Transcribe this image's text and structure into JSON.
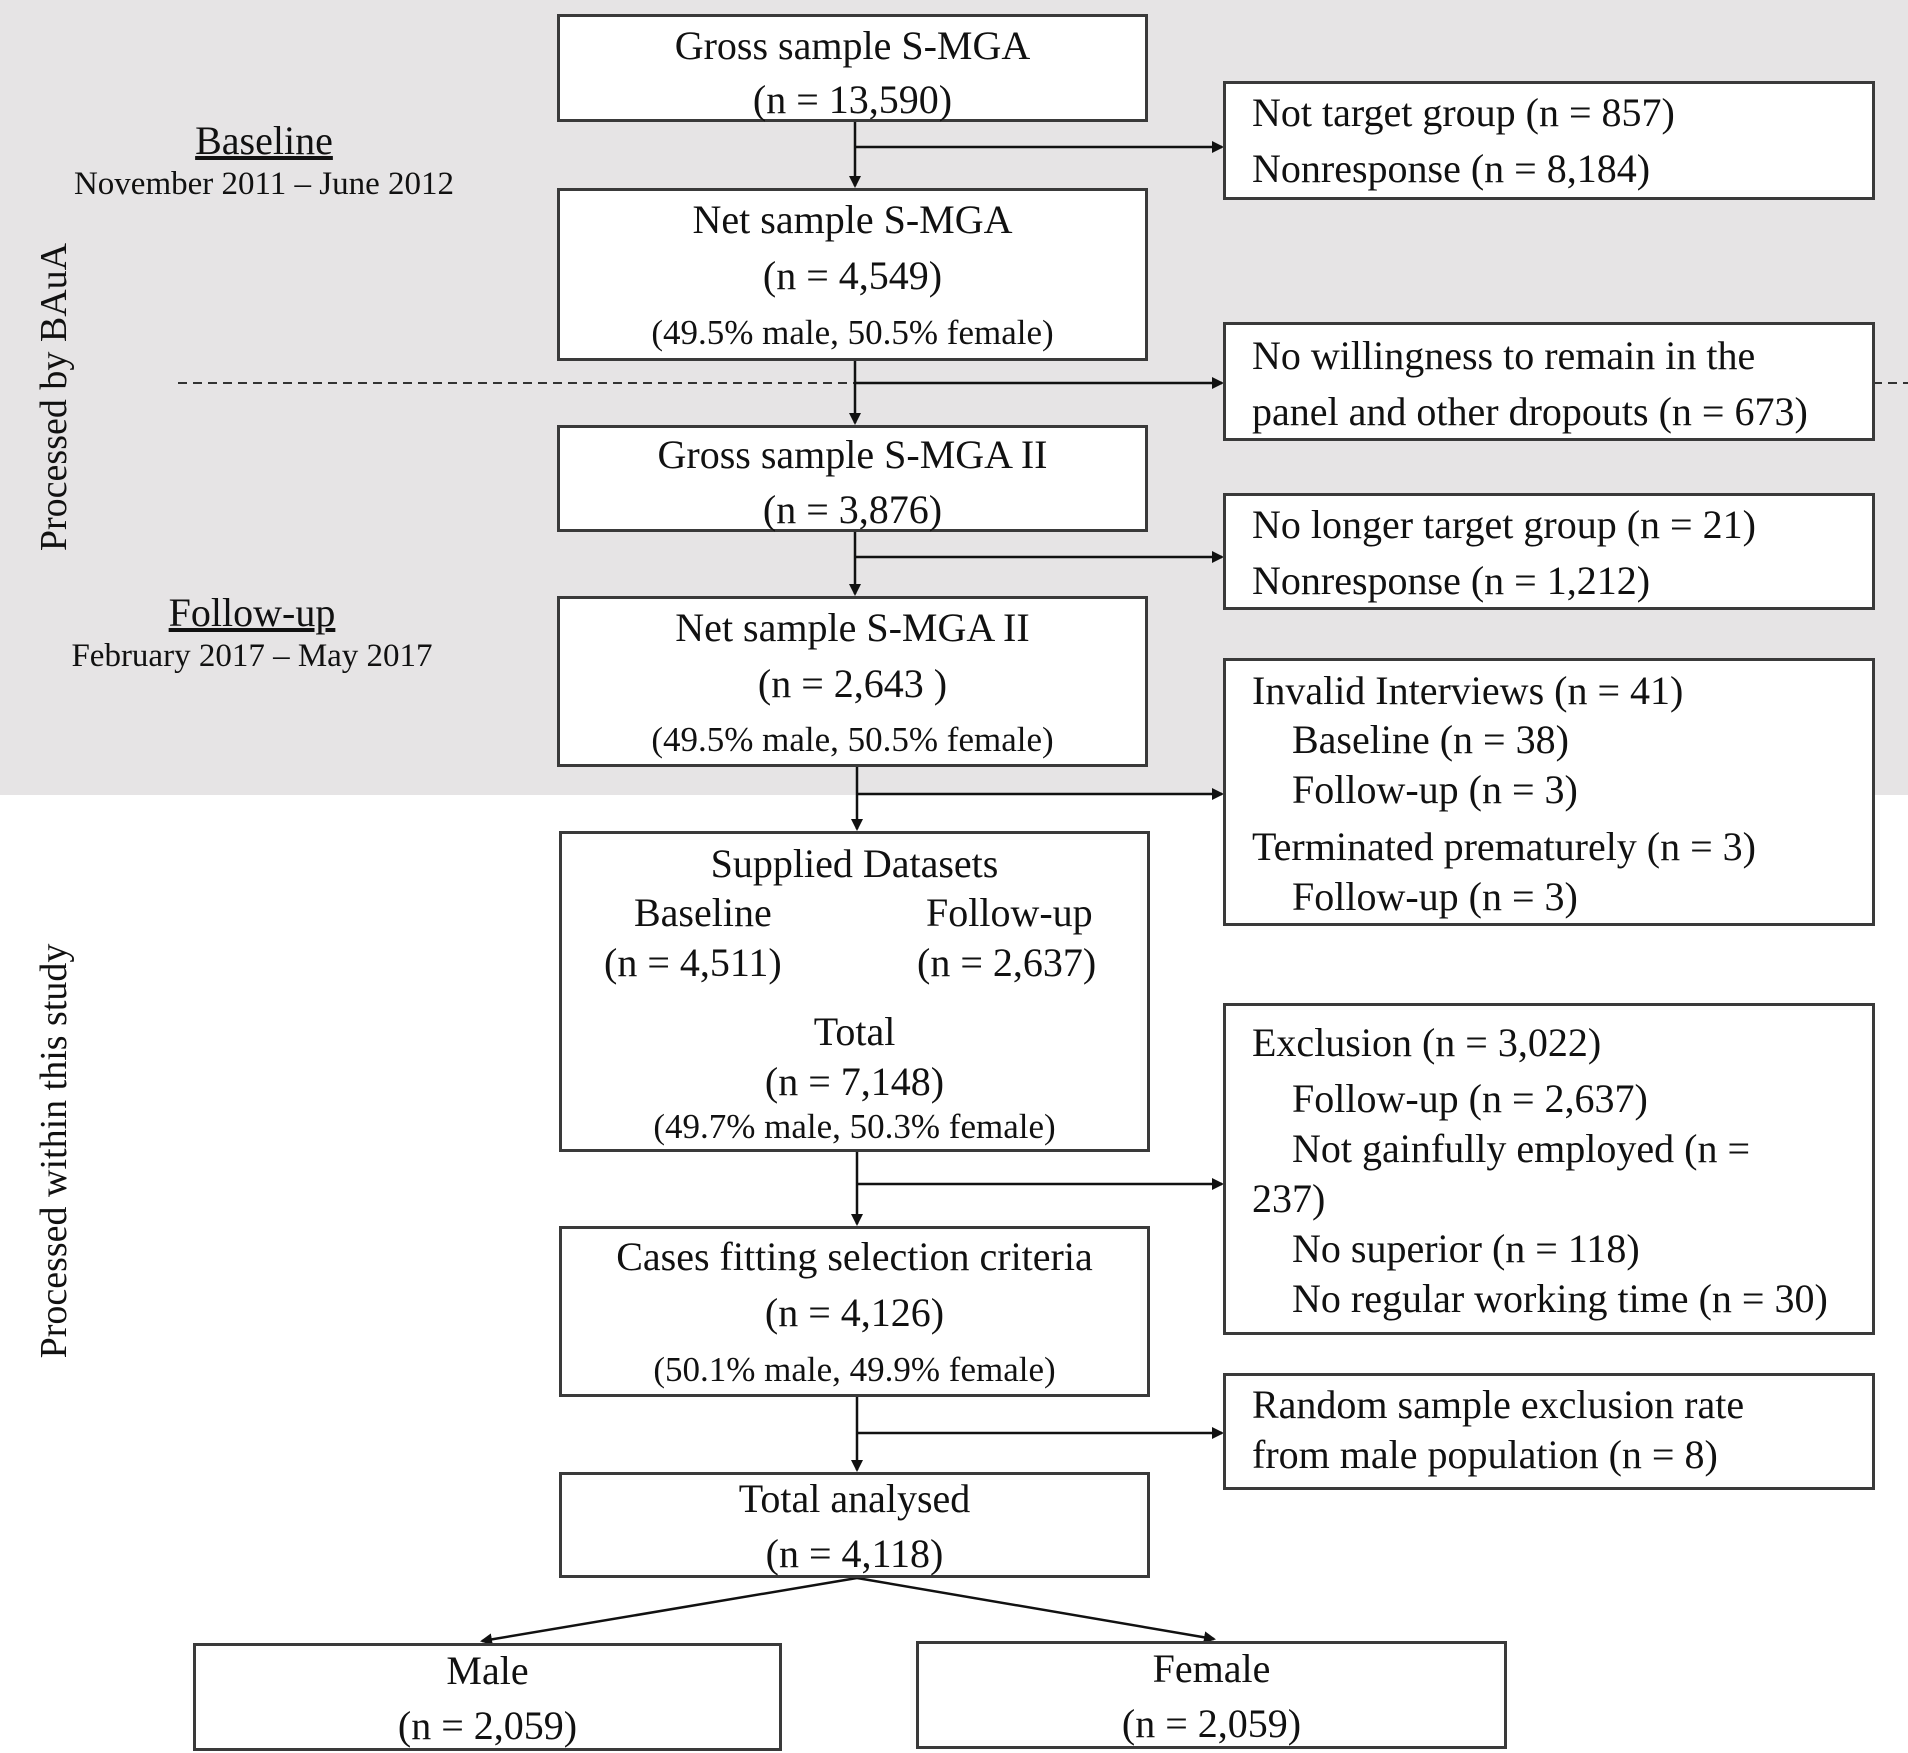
{
  "phases": {
    "baseline_title": "Baseline",
    "baseline_dates": "November 2011 – June 2012",
    "followup_title": "Follow-up",
    "followup_dates": "February 2017 – May 2017"
  },
  "side_labels": {
    "top": "Processed by BAuA",
    "bottom": "Processed within this study"
  },
  "main_boxes": {
    "gross_smga": {
      "line1": "Gross sample S-MGA",
      "line2": "(n = 13,590)"
    },
    "net_smga": {
      "line1": "Net sample S-MGA",
      "line2": "(n = 4,549)",
      "line3": "(49.5% male, 50.5% female)"
    },
    "gross_smga2": {
      "line1": "Gross sample S-MGA II",
      "line2": "(n = 3,876)"
    },
    "net_smga2": {
      "line1": "Net sample S-MGA II",
      "line2": "(n = 2,643 )",
      "line3": "(49.5% male, 50.5% female)"
    },
    "supplied": {
      "title": "Supplied Datasets",
      "baseline_label": "Baseline",
      "baseline_n": "(n = 4,511)",
      "followup_label": "Follow-up",
      "followup_n": "(n = 2,637)",
      "total_label": "Total",
      "total_n": "(n = 7,148)",
      "total_split": "(49.7% male, 50.3% female)"
    },
    "selection": {
      "line1": "Cases fitting selection criteria",
      "line2": "(n = 4,126)",
      "line3": "(50.1% male, 49.9% female)"
    },
    "analysed": {
      "line1": "Total analysed",
      "line2": "(n = 4,118)"
    },
    "male": {
      "line1": "Male",
      "line2": "(n = 2,059)"
    },
    "female": {
      "line1": "Female",
      "line2": "(n = 2,059)"
    }
  },
  "side_boxes": {
    "excl1": {
      "line1": "Not target group (n = 857)",
      "line2": "Nonresponse (n = 8,184)"
    },
    "excl2": {
      "line1": "No willingness to remain in the",
      "line2": "panel and other dropouts (n = 673)"
    },
    "excl3": {
      "line1": "No longer target group (n = 21)",
      "line2": "Nonresponse (n = 1,212)"
    },
    "excl4": {
      "line1": "Invalid Interviews (n = 41)",
      "line2": "Baseline (n = 38)",
      "line3": "Follow-up (n = 3)",
      "line4": "Terminated prematurely (n = 3)",
      "line5": "Follow-up (n = 3)"
    },
    "excl5": {
      "line1": "Exclusion (n = 3,022)",
      "line2": "Follow-up (n = 2,637)",
      "line3": "Not gainfully employed (n =",
      "line4": "237)",
      "line5": "No superior (n = 118)",
      "line6": "No regular working time (n = 30)"
    },
    "excl6": {
      "line1": "Random sample exclusion rate",
      "line2": "from male population (n = 8)"
    }
  }
}
